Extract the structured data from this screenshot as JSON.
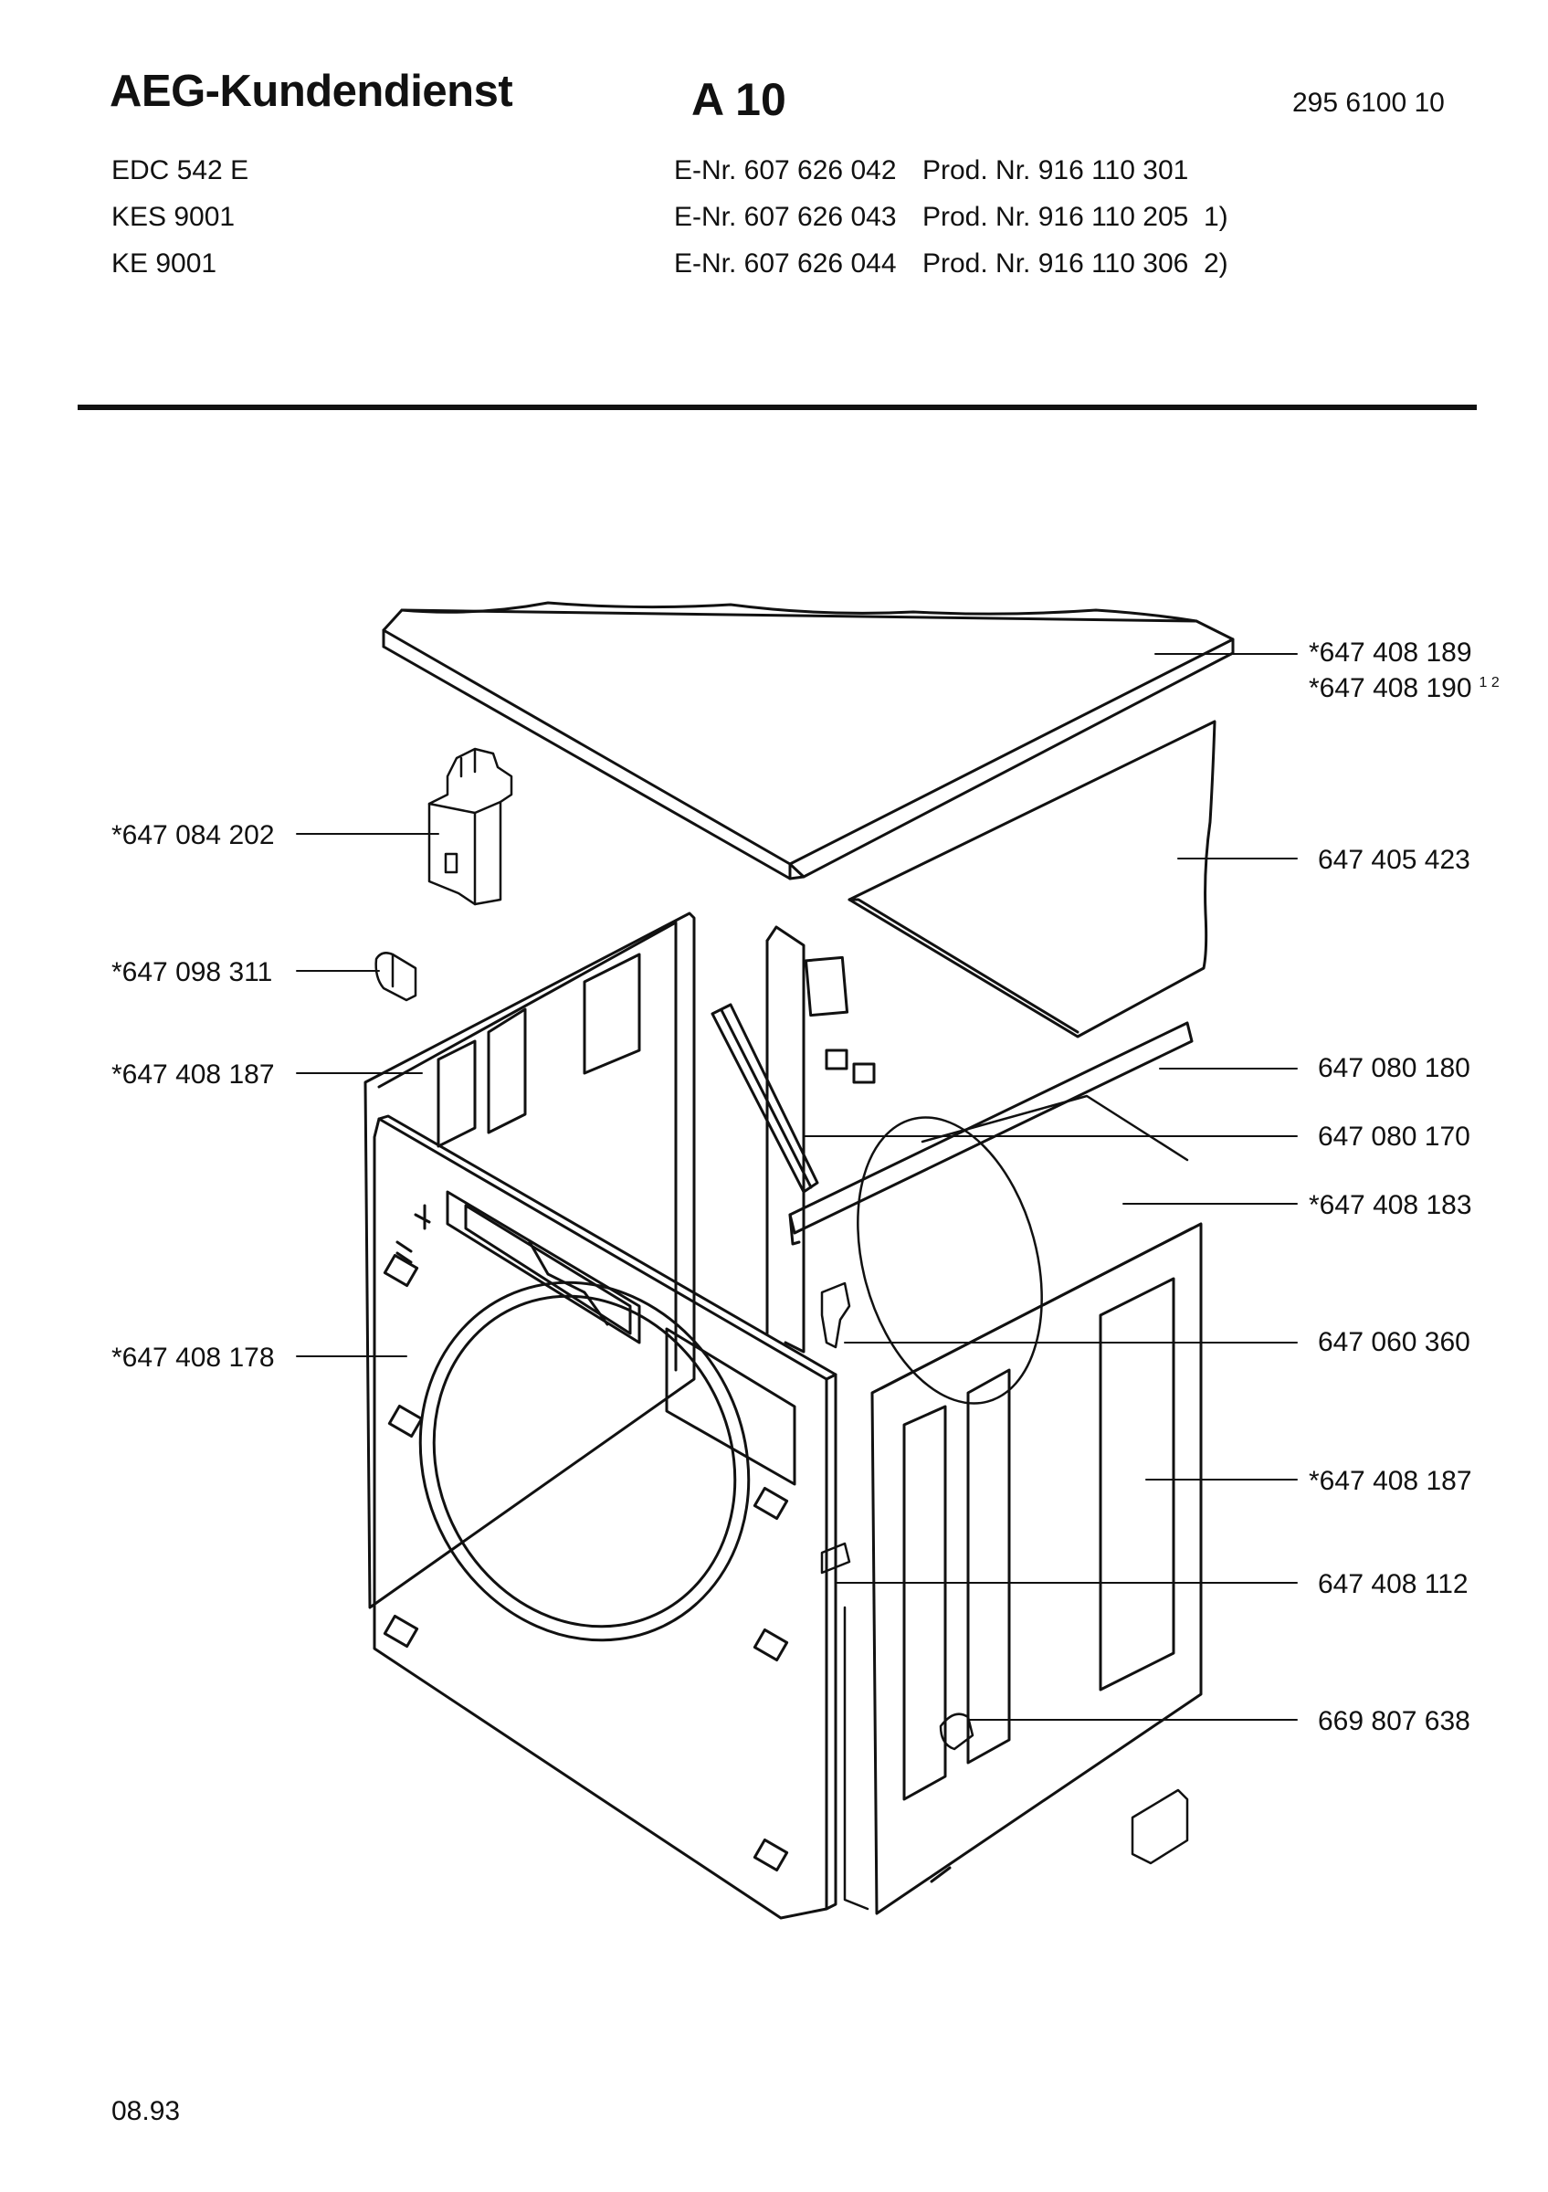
{
  "header": {
    "brand": "AEG-Kundendienst",
    "sheet": "A 10",
    "doc_number": "295 6100 10"
  },
  "models": [
    {
      "name": "EDC 542 E",
      "enr": "E-Nr. 607 626 042",
      "prod": "Prod. Nr. 916 110 301",
      "note": ""
    },
    {
      "name": "KES 9001",
      "enr": "E-Nr. 607 626 043",
      "prod": "Prod. Nr. 916 110 205",
      "note": "1)"
    },
    {
      "name": "KE 9001",
      "enr": "E-Nr. 607 626 044",
      "prod": "Prod. Nr. 916 110 306",
      "note": "2)"
    }
  ],
  "parts_left": [
    "*647 084 202",
    "*647 098 311",
    "*647 408 187",
    "*647 408 178"
  ],
  "parts_right": [
    "*647 408 189",
    "*647 408 190",
    "647 405 423",
    "647 080 180",
    "647 080 170",
    "*647 408 183",
    "647 060 360",
    "*647 408 187",
    "647 408 112",
    "669 807 638"
  ],
  "footnote_ref": "1 2",
  "footer": {
    "date": "08.93"
  }
}
